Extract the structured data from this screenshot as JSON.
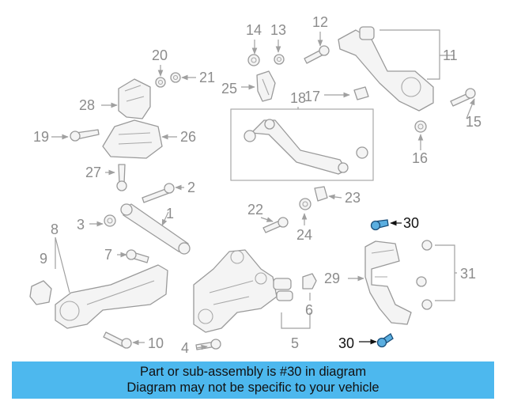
{
  "diagram": {
    "callouts": {
      "c1": "1",
      "c2": "2",
      "c3": "3",
      "c4": "4",
      "c5": "5",
      "c6": "6",
      "c7": "7",
      "c8": "8",
      "c9": "9",
      "c10": "10",
      "c11": "11",
      "c12": "12",
      "c13": "13",
      "c14": "14",
      "c15": "15",
      "c16": "16",
      "c17": "17",
      "c18": "18",
      "c19": "19",
      "c20": "20",
      "c21": "21",
      "c22": "22",
      "c23": "23",
      "c24": "24",
      "c25": "25",
      "c26": "26",
      "c27": "27",
      "c28": "28",
      "c29": "29",
      "c30a": "30",
      "c30b": "30",
      "c31": "31"
    },
    "highlight_color": "#4db8ee",
    "highlighted_part": "30"
  },
  "banner": {
    "line1": "Part or sub-assembly is #30 in diagram",
    "line2": "Diagram may not be specific to your vehicle"
  }
}
